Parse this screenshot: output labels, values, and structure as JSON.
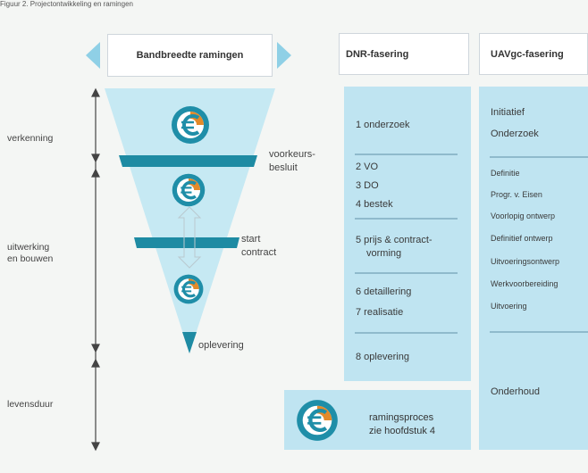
{
  "caption": "Figuur 2. Projectontwikkeling en ramingen",
  "headers": {
    "bandbreedte": "Bandbreedte ramingen",
    "dnr": "DNR-fasering",
    "uavgc": "UAVgc-fasering"
  },
  "left_phases": {
    "verkenning": "verkenning",
    "uitwerking_line1": "uitwerking",
    "uitwerking_line2": "en bouwen",
    "levensduur": "levensduur"
  },
  "milestones": {
    "voorkeur_line1": "voorkeurs-",
    "voorkeur_line2": "besluit",
    "start_line1": "start",
    "start_line2": "contract",
    "oplevering": "oplevering"
  },
  "dnr_phases": {
    "p1": "1 onderzoek",
    "p2": "2 VO",
    "p3": "3 DO",
    "p4": "4 bestek",
    "p5_line1": "5 prijs & contract-",
    "p5_line2": "vorming",
    "p6": "6 detaillering",
    "p7": "7 realisatie",
    "p8": "8 oplevering"
  },
  "uav_phases": {
    "initiatief": "Initiatief",
    "onderzoek": "Onderzoek",
    "definitie": "Definitie",
    "progr": "Progr. v. Eisen",
    "voorlopig": "Voorlopig ontwerp",
    "definitief": "Definitief ontwerp",
    "uitvoeringsontwerp": "Uitvoeringsontwerp",
    "werkvoorbereiding": "Werkvoorbereiding",
    "uitvoering": "Uitvoering",
    "onderhoud": "Onderhoud"
  },
  "legend": {
    "line1": "ramingsproces",
    "line2": "zie hoofdstuk 4"
  },
  "colors": {
    "light_blue": "#bfe4f1",
    "funnel_blue": "#c6e9f3",
    "band_teal": "#1e8ba3",
    "icon_orange": "#e28a2a",
    "icon_teal": "#1f8ea8"
  }
}
